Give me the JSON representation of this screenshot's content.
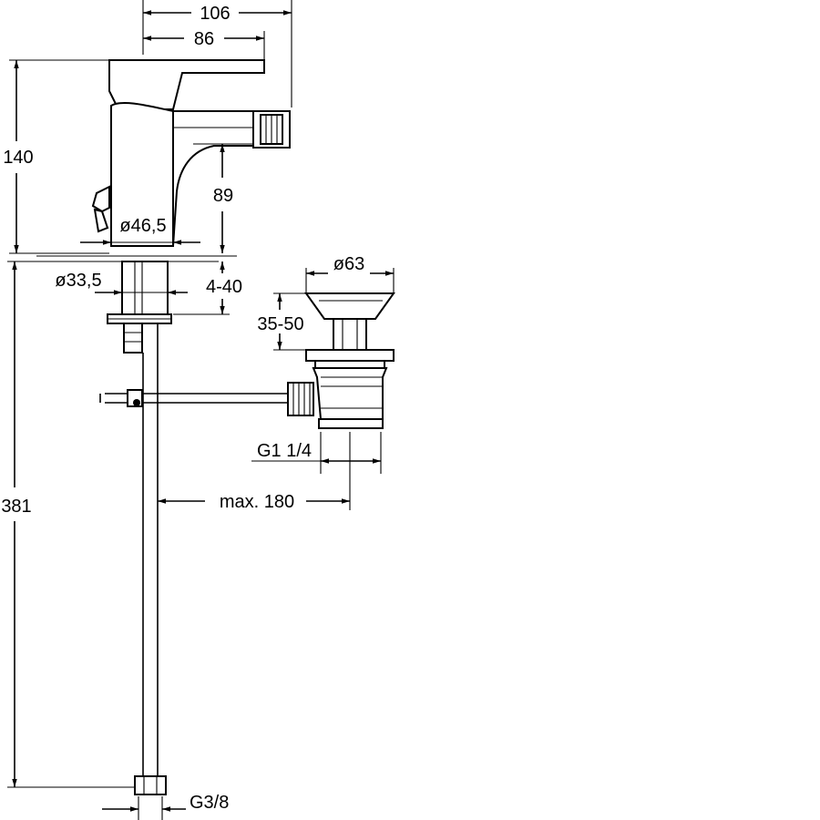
{
  "dimensions": {
    "width_overall": "106",
    "width_lever": "86",
    "height_top": "140",
    "spout_height": "89",
    "body_diameter": "ø46,5",
    "shank_diameter": "ø33,5",
    "deck_thickness": "4-40",
    "total_height": "381",
    "popup_diameter": "ø63",
    "popup_range": "35-50",
    "waste_thread": "G1 1/4",
    "max_distance": "max. 180",
    "hose_thread": "G3/8"
  }
}
